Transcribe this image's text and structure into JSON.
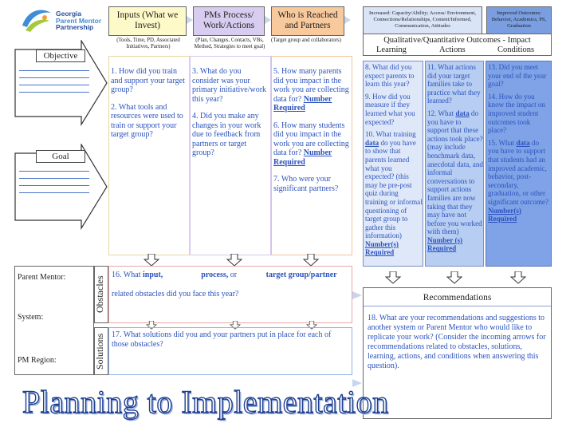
{
  "logo": {
    "line1": "Georgia",
    "line2": "Parent Mentor",
    "line3": "Partnership"
  },
  "headers": {
    "inputs": "Inputs (What we Invest)",
    "pms": "PMs Process/ Work/Actions",
    "who": "Who is Reached and Partners",
    "increased": "Increased: Capacity/Ability; Access/ Environment, Connections/Relationships, Content/Informed, Communication, Attitudes",
    "improved": "Improved Outcomes: Behavior, Academics, PS, Graduation"
  },
  "subheads": {
    "inputs": "(Tools, Time, PD, Associated Initiatives, Partners)",
    "pms": "(Plan, Changes, Contacts, VBs, Method, Strategies to meet goal)",
    "who": "(Target group and collaborators)"
  },
  "outcomes_header": {
    "title": "Qualitative/Quantitative Outcomes - Impact",
    "learning": "Learning",
    "actions": "Actions",
    "conditions": "Conditions"
  },
  "arrows": {
    "objective": "Objective",
    "goal": "Goal"
  },
  "q1": "1. How did you train and support your target group?",
  "q2": "2. What tools and resources were used to train or support your target group?",
  "q3": "3. What do you consider  was your primary initiative/work this year?",
  "q4": "4. Did you make any changes in your work due to feedback from partners or target group?",
  "q5_text": "5. How many parents did you impact in the work you are collecting data for? ",
  "q5_und": "Number Required",
  "q6_text": "6. How many students did you impact in the work you are collecting data for? ",
  "q6_und": "Number Required",
  "q7": "7. Who were your significant partners?",
  "q8": "8. What did you expect parents to learn this year?",
  "q9": "9. How did you measure if they learned what you expected?",
  "q10_a": "10. What training ",
  "q10_b": "data",
  "q10_c": " do you have to show that parents learned what you expected? (this may be pre-post quiz during training or informal questioning of target group to gather this information) ",
  "q10_d": "Number(s) Required",
  "q11": "11. What actions did your target families take to practice what they learned?",
  "q12_a": "12. What ",
  "q12_b": "data",
  "q12_c": " do you have to support that these actions took place? (may include benchmark data, anecdotal data, and informal conversations to support actions families are now taking that they may have not before you worked with them) ",
  "q12_d": "Number (s) Required",
  "q13": "13. Did you meet your end of the year goal?",
  "q14": "14. How do you know the impact on improved student outcomes took place?",
  "q15_a": "15. What ",
  "q15_b": "data",
  "q15_c": " do you have to support that students had an improved academic, behavior, post-secondary, graduation, or other significant outcome? ",
  "q15_d": "Number(s) Required",
  "q16": {
    "a": "16. What ",
    "b": "input,",
    "c": "process,",
    "d": " or ",
    "e": "target group/partner",
    "f": "related obstacles did you face this year?"
  },
  "q17": {
    "a": "17. What solutions did you and your partners put in place for each of those obstacles?"
  },
  "row_labels": {
    "parent_mentor": "Parent Mentor:",
    "system": "System:",
    "pm_region": "PM Region:"
  },
  "side_labels": {
    "obstacles": "Obstacles",
    "solutions": "Solutions"
  },
  "recommendations": {
    "title": "Recommendations",
    "text": "18. What are your recommendations and suggestions to another system or Parent Mentor who would like to replicate your work? (Consider the incoming arrows for recommendations related to obstacles, solutions, learning, actions, and conditions when answering this question)."
  },
  "page_title": "Planning to Implementation",
  "colors": {
    "inputs_fill": "#fdf9c8",
    "pms_fill": "#d8cdf0",
    "who_fill": "#f7c99d",
    "increased_fill": "#d9e4f7",
    "improved_fill": "#7a9ee0",
    "learning_fill": "#dfe8f8",
    "actions_fill": "#b7cdf1",
    "conditions_fill": "#7fa3e6",
    "accent_blue": "#2a52be"
  }
}
